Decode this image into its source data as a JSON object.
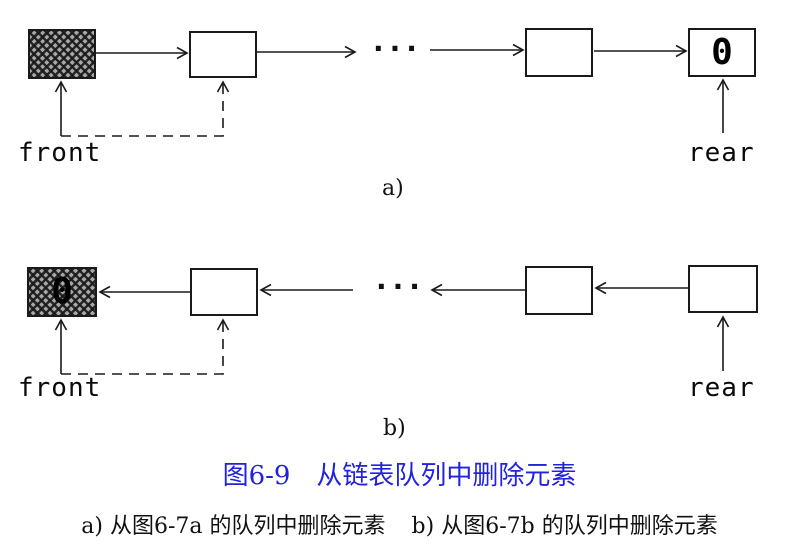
{
  "figure": {
    "caption": "图6-9　从链表队列中删除元素",
    "caption_color": "#2222dd",
    "subcaption_a": "a) 从图6-7a 的队列中删除元素",
    "subcaption_b": "b) 从图6-7b 的队列中删除元素",
    "line_color": "#1a1a1a",
    "hatch_base_color": "#a8a8a8"
  },
  "icons": {
    "ellipsis": "···",
    "arrowhead_style": "open-v"
  },
  "diagram_a": {
    "label": "a)",
    "front_label": "front",
    "rear_label": "rear",
    "ellipsis": "···",
    "direction": "right",
    "nodes": [
      {
        "type": "hatched-deleted-node",
        "value": ""
      },
      {
        "type": "node",
        "value": ""
      },
      {
        "type": "node",
        "value": ""
      },
      {
        "type": "node",
        "value": "0"
      }
    ]
  },
  "diagram_b": {
    "label": "b)",
    "front_label": "front",
    "rear_label": "rear",
    "ellipsis": "···",
    "direction": "left",
    "nodes": [
      {
        "type": "hatched-deleted-node",
        "value": "0"
      },
      {
        "type": "node",
        "value": ""
      },
      {
        "type": "node",
        "value": ""
      },
      {
        "type": "node",
        "value": ""
      }
    ]
  }
}
